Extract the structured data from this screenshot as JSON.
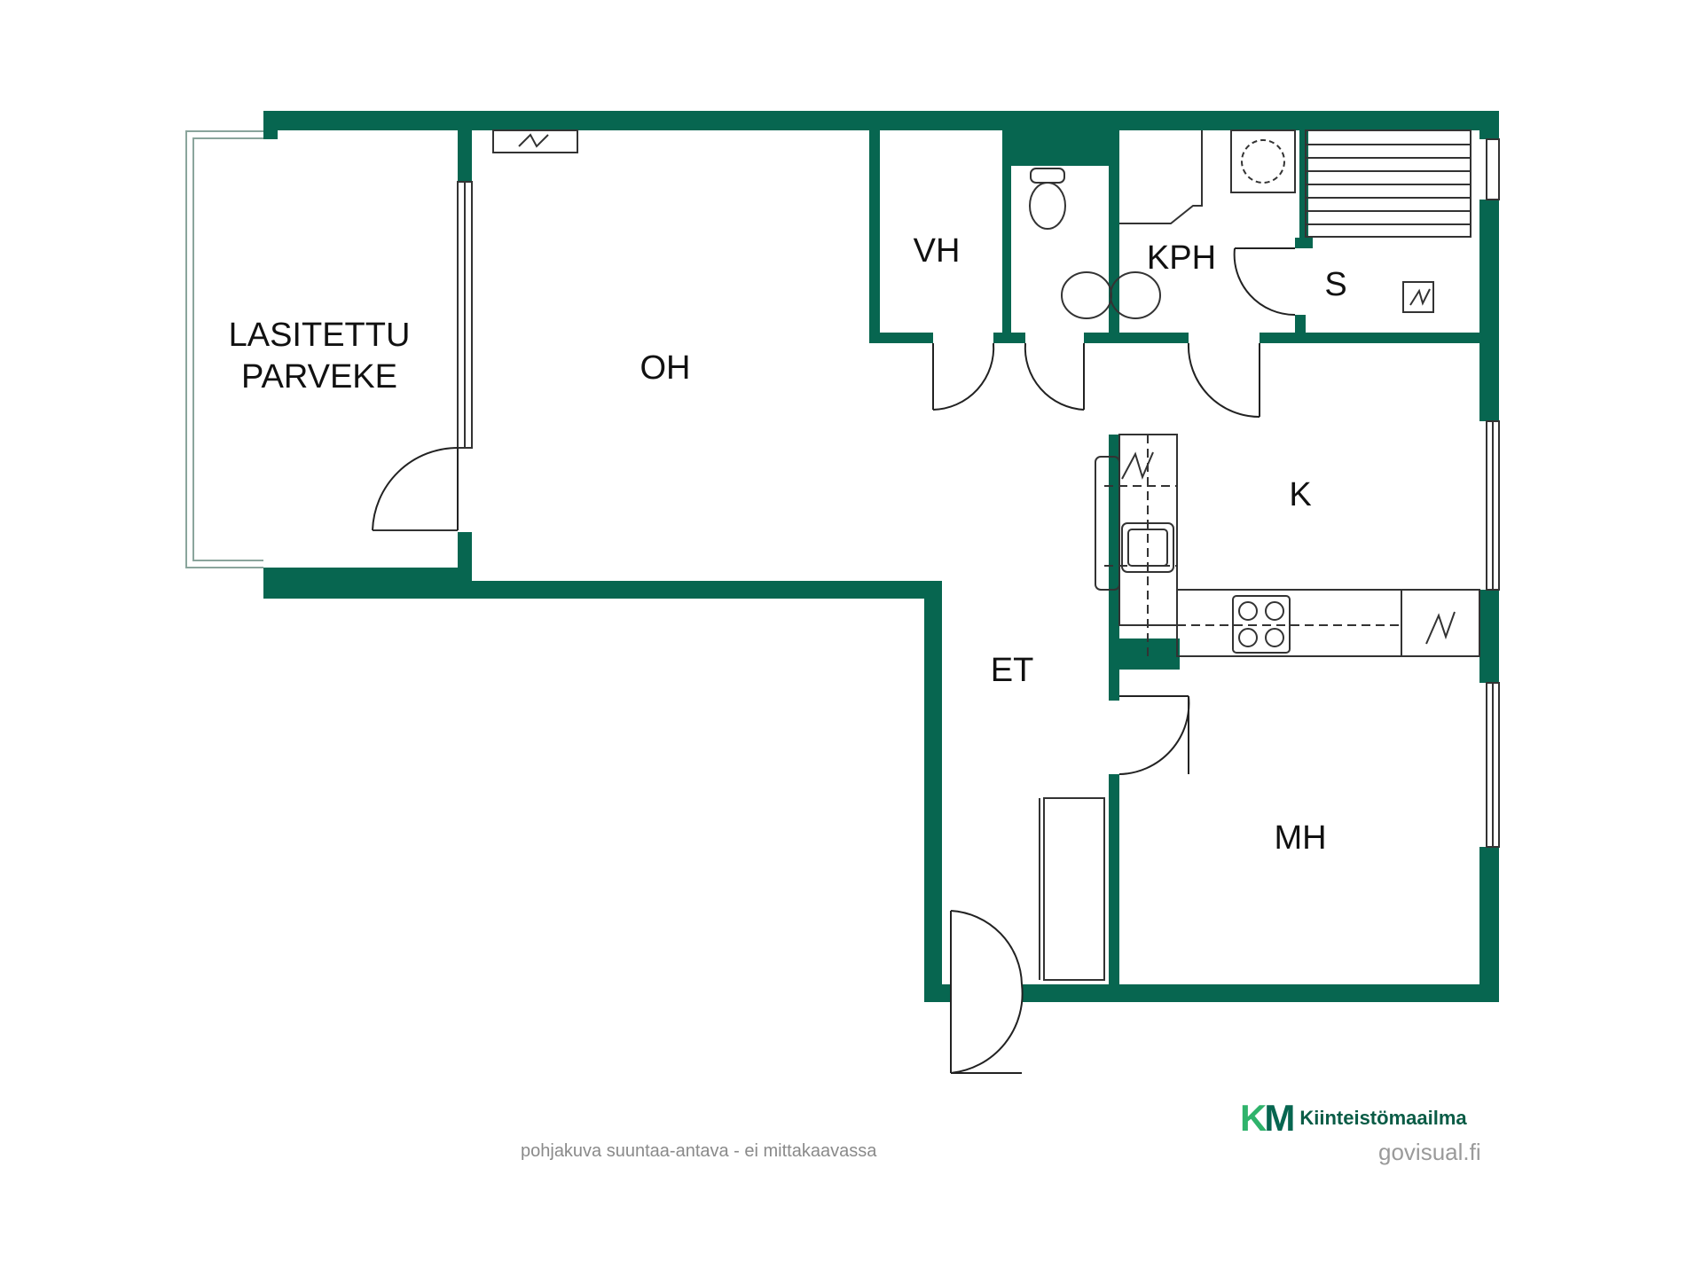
{
  "colors": {
    "wall": "#076650",
    "line": "#222222",
    "thin": "#555555",
    "logo_green_light": "#2fb36b",
    "logo_green_dark": "#076650"
  },
  "rooms": {
    "balcony_line1": "LASITETTU",
    "balcony_line2": "PARVEKE",
    "living": "OH",
    "closet": "VH",
    "bathroom": "KPH",
    "sauna": "S",
    "kitchen": "K",
    "hall": "ET",
    "bedroom": "MH"
  },
  "footer": {
    "note": "pohjakuva suuntaa-antava - ei mittakaavassa",
    "logo_k": "K",
    "logo_m": "M",
    "brand": "Kiinteistömaailma",
    "website": "govisual.fi"
  },
  "icons": [
    "electric-heater-icon",
    "toilet-icon",
    "sink-icon",
    "stove-icon",
    "shower-icon",
    "sauna-bench-icon",
    "door-swing-icon"
  ]
}
